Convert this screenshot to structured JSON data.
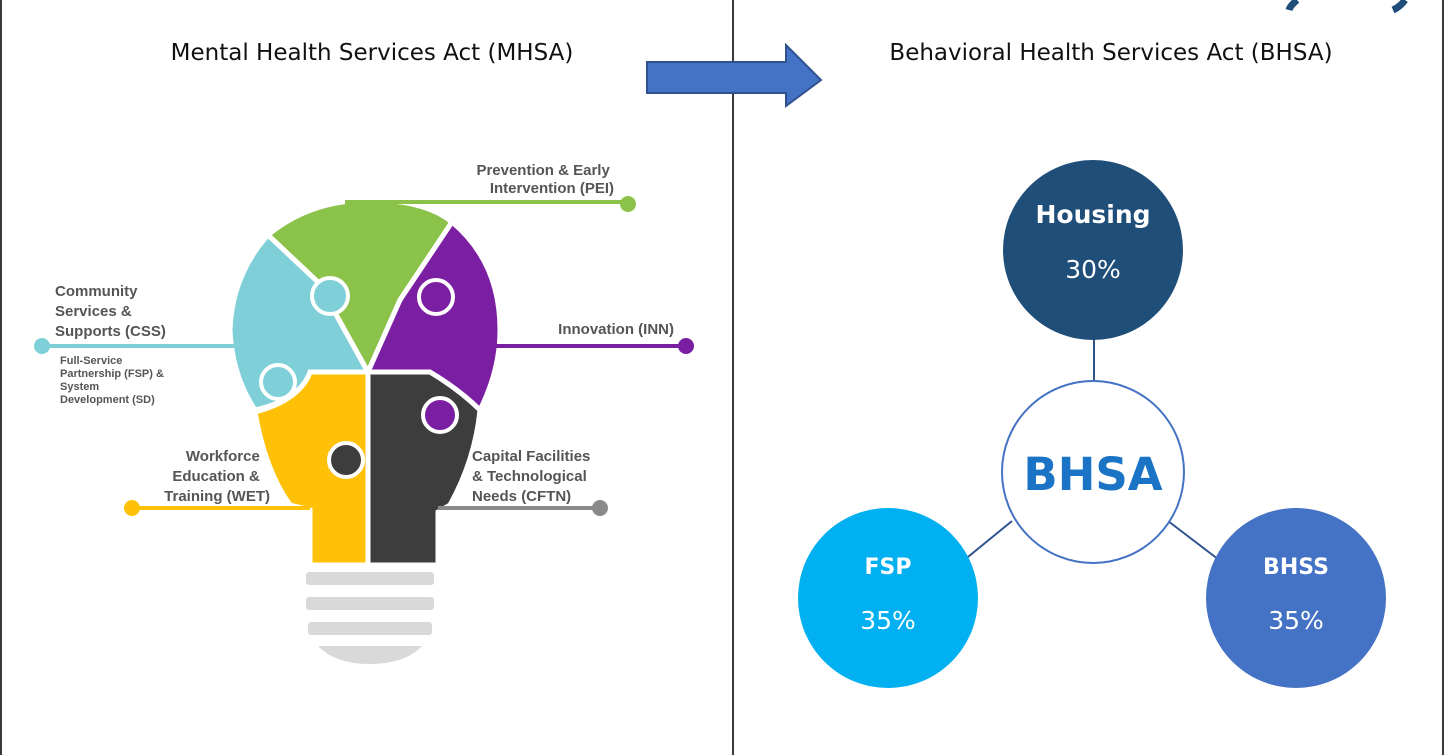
{
  "left": {
    "title": "Mental Health Services Act (MHSA)",
    "components": {
      "pei": {
        "lines": [
          "Prevention & Early",
          "Intervention (PEI)"
        ],
        "color": "#8bc34a"
      },
      "css": {
        "lines": [
          "Community",
          "Services &",
          "Supports (CSS)"
        ],
        "color": "#7ecfd8"
      },
      "css_sub": {
        "lines": [
          "Full-Service",
          "Partnership (FSP) &",
          "System",
          "Development (SD)"
        ]
      },
      "inn": {
        "lines": [
          "Innovation (INN)"
        ],
        "color": "#7b1fa2"
      },
      "wet": {
        "lines": [
          "Workforce",
          "Education &",
          "Training (WET)"
        ],
        "color": "#ffc107"
      },
      "cftn": {
        "lines": [
          "Capital Facilities",
          "& Technological",
          "Needs (CFTN)"
        ],
        "color": "#8a8a8a"
      }
    }
  },
  "right": {
    "title": "Behavioral Health Services Act (BHSA)",
    "center": {
      "label": "BHSA",
      "color": "#1a73c4"
    },
    "nodes": [
      {
        "name": "Housing",
        "value": "30%",
        "color": "#1f4e79"
      },
      {
        "name": "FSP",
        "value": "35%",
        "color": "#00b0f0"
      },
      {
        "name": "BHSS",
        "value": "35%",
        "color": "#4472c4"
      }
    ]
  },
  "colors": {
    "arrow": "#4472c4",
    "arrow_border": "#2f528f",
    "puzzle_dark": "#3d3d3d",
    "bulb_base": "#d9d9d9"
  }
}
